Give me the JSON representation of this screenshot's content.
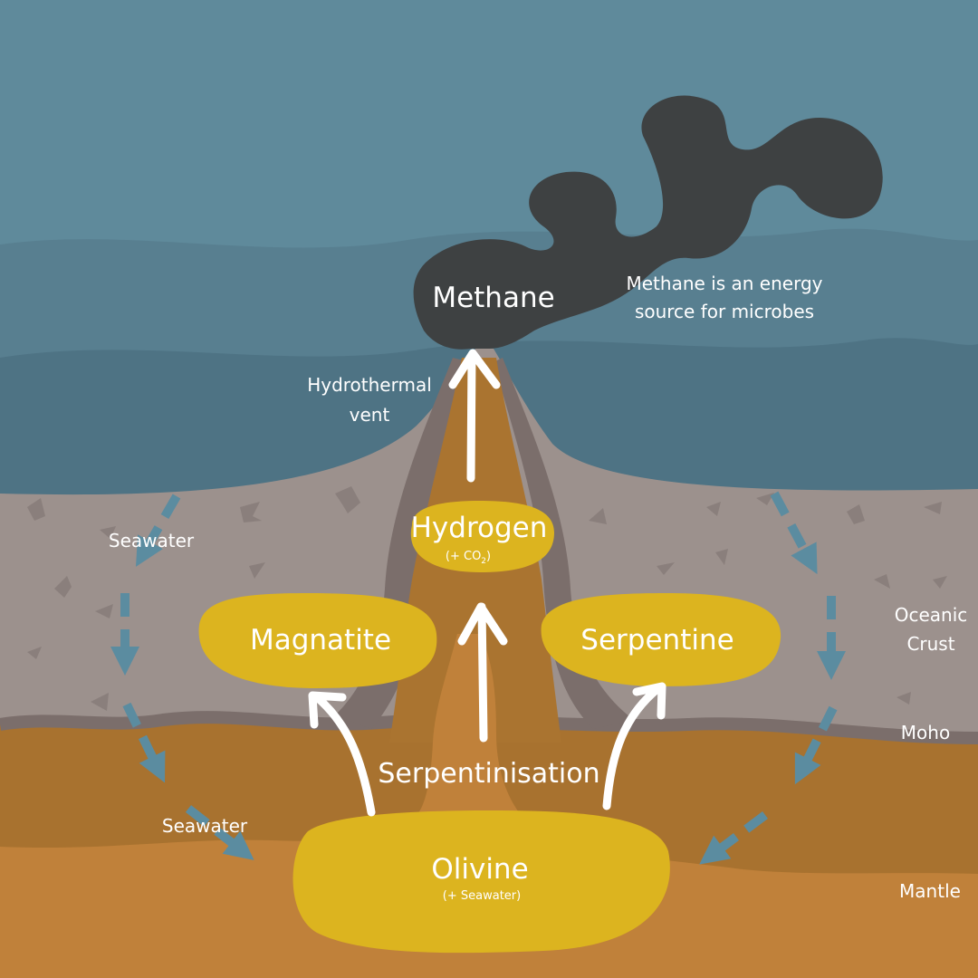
{
  "labels": {
    "methane": "Methane",
    "methane_note_line1": "Methane is an energy",
    "methane_note_line2": "source for microbes",
    "vent_line1": "Hydrothermal",
    "vent_line2": "vent",
    "hydrogen": "Hydrogen",
    "hydrogen_sub_prefix": "(+ CO",
    "hydrogen_sub_subscript": "2",
    "hydrogen_sub_suffix": ")",
    "magnatite": "Magnatite",
    "serpentine": "Serpentine",
    "process": "Serpentinisation",
    "olivine": "Olivine",
    "olivine_sub": "(+ Seawater)",
    "seawater_top": "Seawater",
    "seawater_bottom": "Seawater",
    "crust_line1": "Oceanic",
    "crust_line2": "Crust",
    "moho": "Moho",
    "mantle": "Mantle"
  },
  "colors": {
    "ocean_light": "#5f8a9b",
    "ocean_mid": "#587f90",
    "ocean_deep": "#4e7384",
    "crust": "#9c918d",
    "crust_dark": "#7b6e6b",
    "mantle_upper": "#a8722f",
    "mantle_lower": "#c0813a",
    "conduit": "#aa7430",
    "mineral": "#dcb41f",
    "methane": "#3e4142",
    "flow_arrow": "#5b8ca0",
    "reaction_arrow": "#ffffff"
  }
}
